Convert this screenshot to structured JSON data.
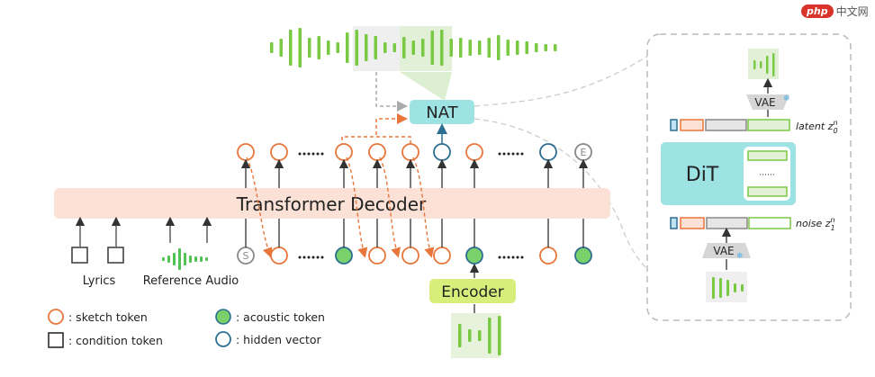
{
  "colors": {
    "sketch": "#e8763a",
    "acoustic_fill": "#7ad06a",
    "hidden": "#2c6e91",
    "condition": "#444444",
    "decoder_bg": "#fbe1d6",
    "nat_bg": "#9ee3e3",
    "dit_bg": "#9ee3e3",
    "encoder_bg": "#d8ee7a",
    "wave": "#7ac943",
    "dashed_gray": "#bbbbbb",
    "special": "#888888"
  },
  "labels": {
    "nat": "NAT",
    "decoder": "Transformer Decoder",
    "encoder": "Encoder",
    "lyrics": "Lyrics",
    "reference_audio": "Reference Audio",
    "dit": "DiT",
    "vae_top": "VAE",
    "vae_bottom": "VAE",
    "latent_prefix": "latent z",
    "latent_sup": "n",
    "latent_sub": "0",
    "noise_prefix": "noise z",
    "noise_sup": "n",
    "noise_sub": "1",
    "ellipsis": "······",
    "start_token": "S",
    "end_token": "E",
    "snowflake": "❄"
  },
  "legend": [
    {
      "shape": "sketch-circle",
      "label": ": sketch token"
    },
    {
      "shape": "condition-square",
      "label": ": condition token"
    },
    {
      "shape": "acoustic-circle",
      "label": ": acoustic token"
    },
    {
      "shape": "hidden-circle",
      "label": ": hidden vector"
    }
  ],
  "output_tokens": [
    "sketch",
    "sketch",
    "ellipsis",
    "sketch",
    "sketch",
    "sketch",
    "hidden",
    "sketch",
    "ellipsis",
    "hidden",
    "end"
  ],
  "input_tokens": [
    "start",
    "sketch",
    "ellipsis",
    "acoustic",
    "sketch",
    "sketch",
    "sketch",
    "acoustic",
    "ellipsis",
    "sketch",
    "acoustic"
  ],
  "watermark": {
    "badge": "php",
    "text": "中文网"
  }
}
